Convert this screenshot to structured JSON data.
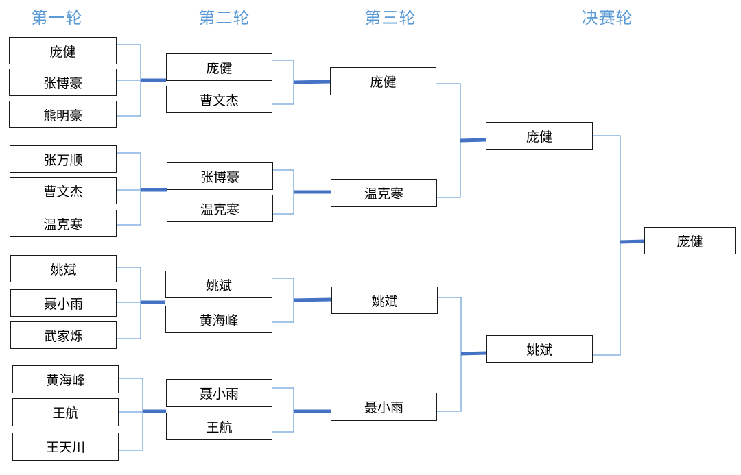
{
  "headers": {
    "round1": "第一轮",
    "round2": "第二轮",
    "round3": "第三轮",
    "final": "决赛轮"
  },
  "round1": {
    "group1": [
      "庞健",
      "张博豪",
      "熊明豪"
    ],
    "group2": [
      "张万顺",
      "曹文杰",
      "温克寒"
    ],
    "group3": [
      "姚斌",
      "聂小雨",
      "武家烁"
    ],
    "group4": [
      "黄海峰",
      "王航",
      "王天川"
    ]
  },
  "round2": {
    "pair1": [
      "庞健",
      "曹文杰"
    ],
    "pair2": [
      "张博豪",
      "温克寒"
    ],
    "pair3": [
      "姚斌",
      "黄海峰"
    ],
    "pair4": [
      "聂小雨",
      "王航"
    ]
  },
  "round3": [
    "庞健",
    "温克寒",
    "姚斌",
    "聂小雨"
  ],
  "final": [
    "庞健",
    "姚斌"
  ],
  "champion": "庞健",
  "colors": {
    "header": "#5b9bd5",
    "thin_line": "#6fa3d9",
    "thick_line": "#4472c4",
    "box_border": "#1a1a1a"
  }
}
